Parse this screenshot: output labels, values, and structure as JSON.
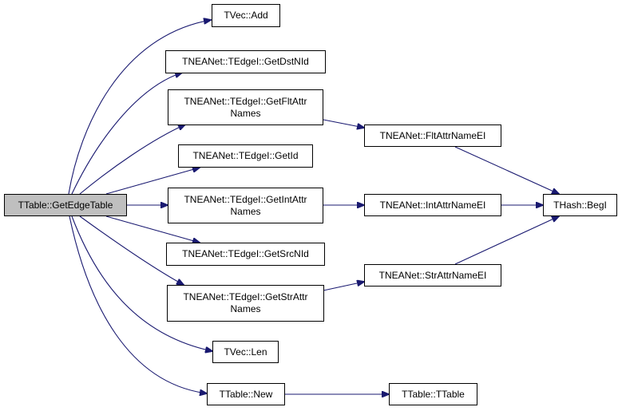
{
  "root": "TTable::GetEdgeTable",
  "nodes": {
    "vec_add": "TVec::Add",
    "get_dst": "TNEANet::TEdgeI::GetDstNId",
    "get_flt_1": "TNEANet::TEdgeI::GetFltAttr",
    "get_flt_2": "Names",
    "get_id": "TNEANet::TEdgeI::GetId",
    "get_int_1": "TNEANet::TEdgeI::GetIntAttr",
    "get_int_2": "Names",
    "get_src": "TNEANet::TEdgeI::GetSrcNId",
    "get_str_1": "TNEANet::TEdgeI::GetStrAttr",
    "get_str_2": "Names",
    "vec_len": "TVec::Len",
    "table_new": "TTable::New",
    "flt_name": "TNEANet::FltAttrNameEI",
    "int_name": "TNEANet::IntAttrNameEI",
    "str_name": "TNEANet::StrAttrNameEI",
    "hash_beg": "THash::BegI",
    "table_ctor": "TTable::TTable"
  },
  "colors": {
    "edge": "#191970",
    "root_fill": "#bfbfbf"
  }
}
